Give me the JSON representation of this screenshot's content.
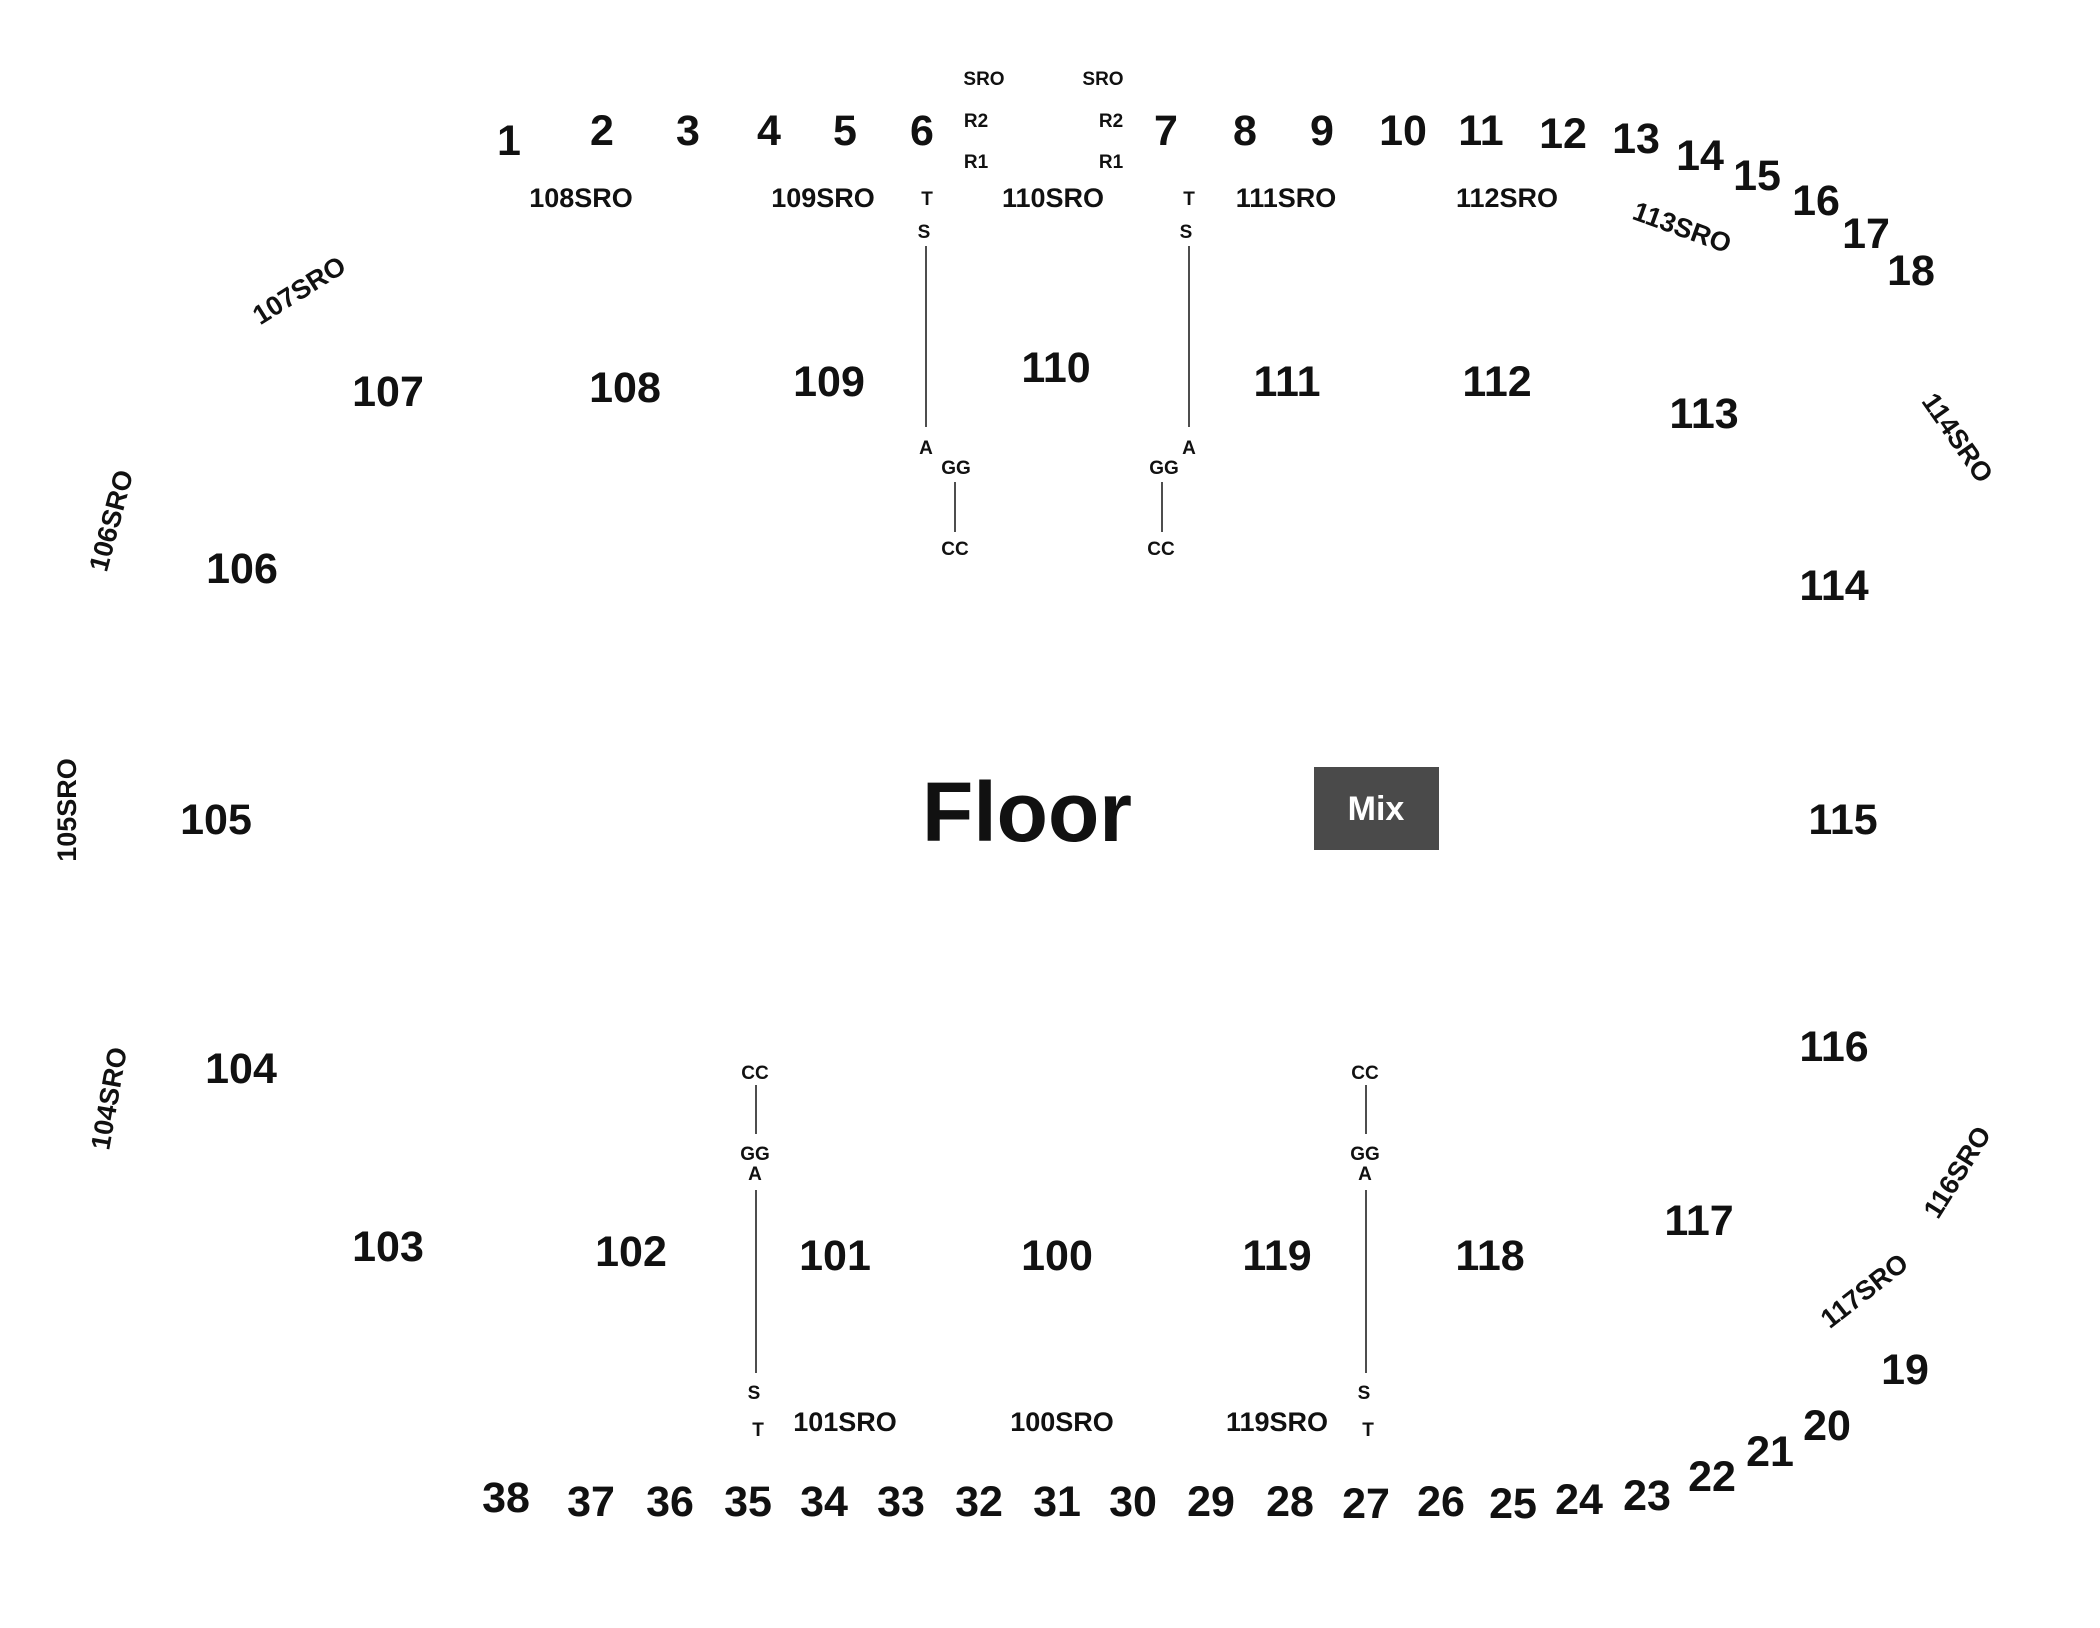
{
  "floor_label": "Floor",
  "mix": {
    "label": "Mix",
    "color": "#4a4a4a"
  },
  "sections": [
    "100",
    "101",
    "102",
    "103",
    "104",
    "105",
    "106",
    "107",
    "108",
    "109",
    "110",
    "111",
    "112",
    "113",
    "114",
    "115",
    "116",
    "117",
    "118",
    "119"
  ],
  "sro_sections": [
    "100SRO",
    "101SRO",
    "104SRO",
    "105SRO",
    "106SRO",
    "107SRO",
    "108SRO",
    "109SRO",
    "110SRO",
    "111SRO",
    "112SRO",
    "113SRO",
    "114SRO",
    "116SRO",
    "117SRO",
    "119SRO"
  ],
  "rows": [
    "1",
    "2",
    "3",
    "4",
    "5",
    "6",
    "7",
    "8",
    "9",
    "10",
    "11",
    "12",
    "13",
    "14",
    "15",
    "16",
    "17",
    "18",
    "19",
    "20",
    "21",
    "22",
    "23",
    "24",
    "25",
    "26",
    "27",
    "28",
    "29",
    "30",
    "31",
    "32",
    "33",
    "34",
    "35",
    "36",
    "37",
    "38"
  ],
  "markers": {
    "sro": "SRO",
    "r2": "R2",
    "r1": "R1",
    "t": "T",
    "s": "S",
    "a": "A",
    "gg": "GG",
    "cc": "CC"
  }
}
